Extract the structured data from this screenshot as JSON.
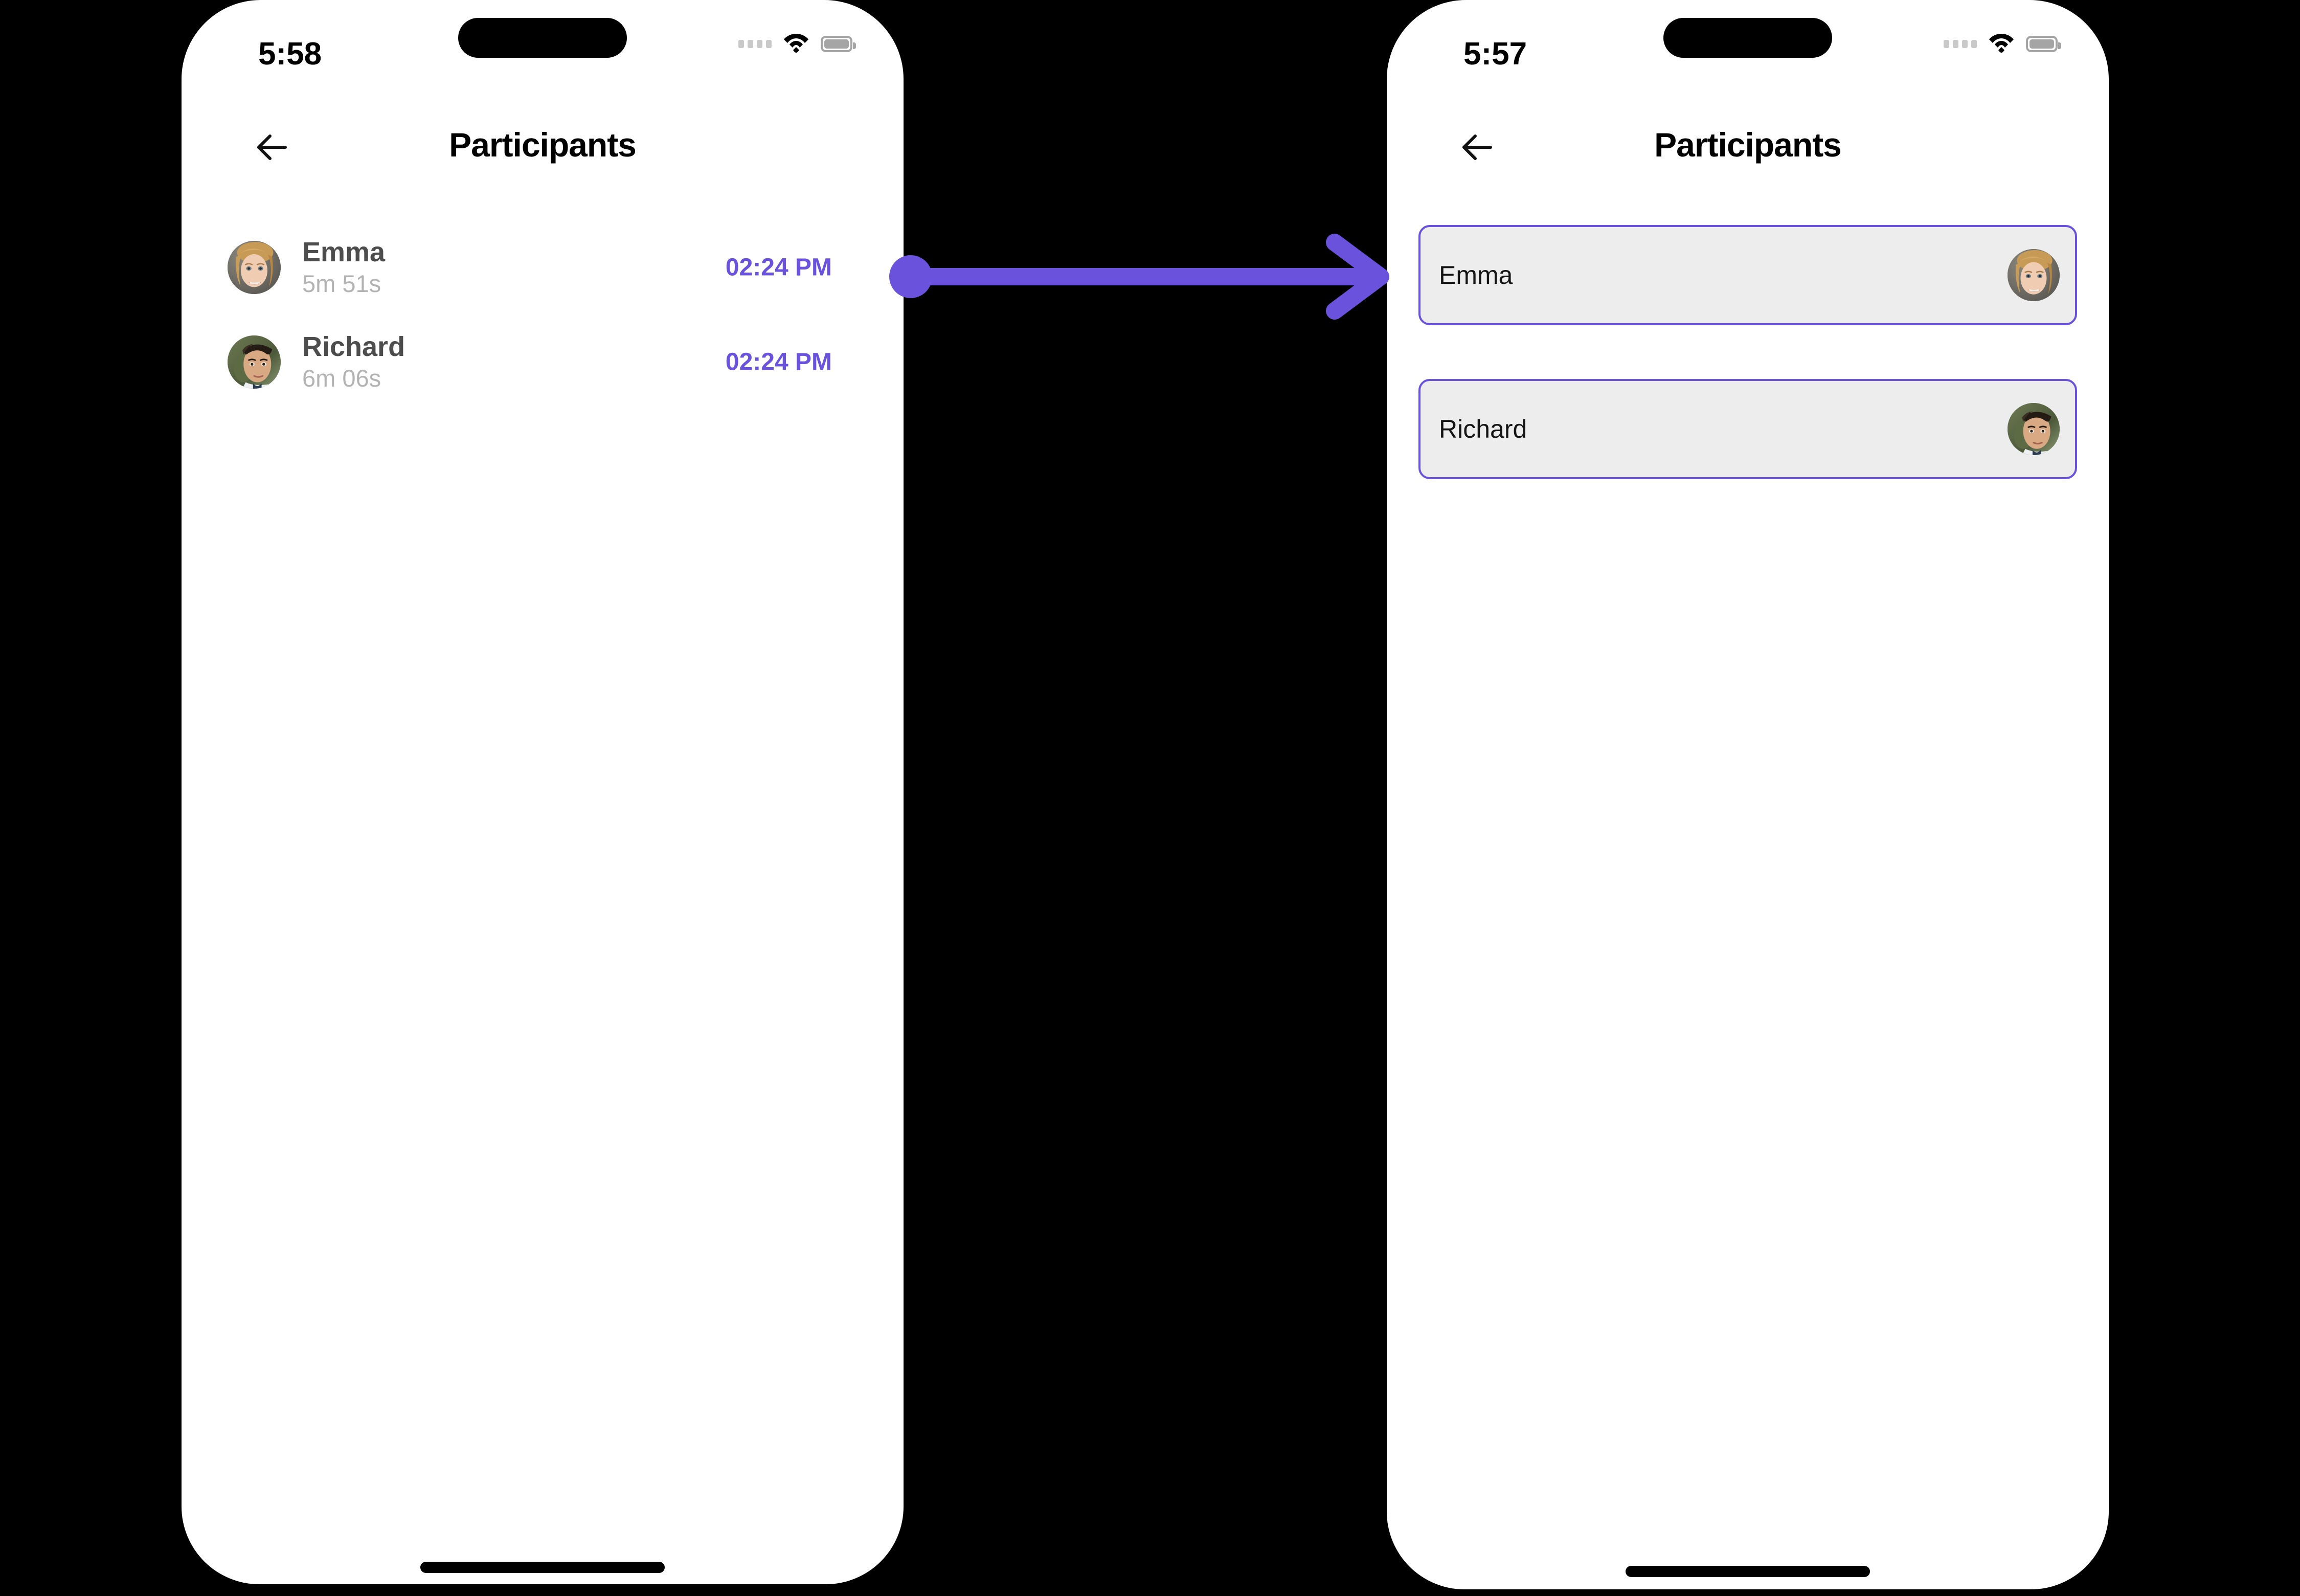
{
  "accent": {
    "purple": "#6a52dd",
    "card_bg": "#ededed",
    "name_gray": "#4d4d4d",
    "sub_gray": "#b3b3b3",
    "page_bg": "#000000",
    "screen_bg": "#ffffff"
  },
  "left_phone": {
    "status": {
      "time": "5:58",
      "signal_icon": "cellular-dots-icon",
      "wifi_icon": "wifi-icon",
      "battery_icon": "battery-icon",
      "island": "dynamic-island"
    },
    "nav": {
      "back_icon": "arrow-left-icon",
      "title": "Participants"
    },
    "participants": [
      {
        "name": "Emma",
        "duration": "5m 51s",
        "time": "02:24 PM",
        "avatar": "avatar-emma"
      },
      {
        "name": "Richard",
        "duration": "6m 06s",
        "time": "02:24 PM",
        "avatar": "avatar-richard"
      }
    ],
    "home_indicator": "home-indicator"
  },
  "right_phone": {
    "status": {
      "time": "5:57",
      "signal_icon": "cellular-dots-icon",
      "wifi_icon": "wifi-icon",
      "battery_icon": "battery-icon",
      "island": "dynamic-island"
    },
    "nav": {
      "back_icon": "arrow-left-icon",
      "title": "Participants"
    },
    "cards": [
      {
        "name": "Emma",
        "avatar": "avatar-emma"
      },
      {
        "name": "Richard",
        "avatar": "avatar-richard"
      }
    ],
    "home_indicator": "home-indicator"
  },
  "annotation": {
    "type": "arrow",
    "color": "#6a52dd",
    "from_label": "02:24 PM",
    "direction": "left-to-right",
    "start_marker": "filled-circle",
    "end_marker": "chevron-arrowhead"
  }
}
